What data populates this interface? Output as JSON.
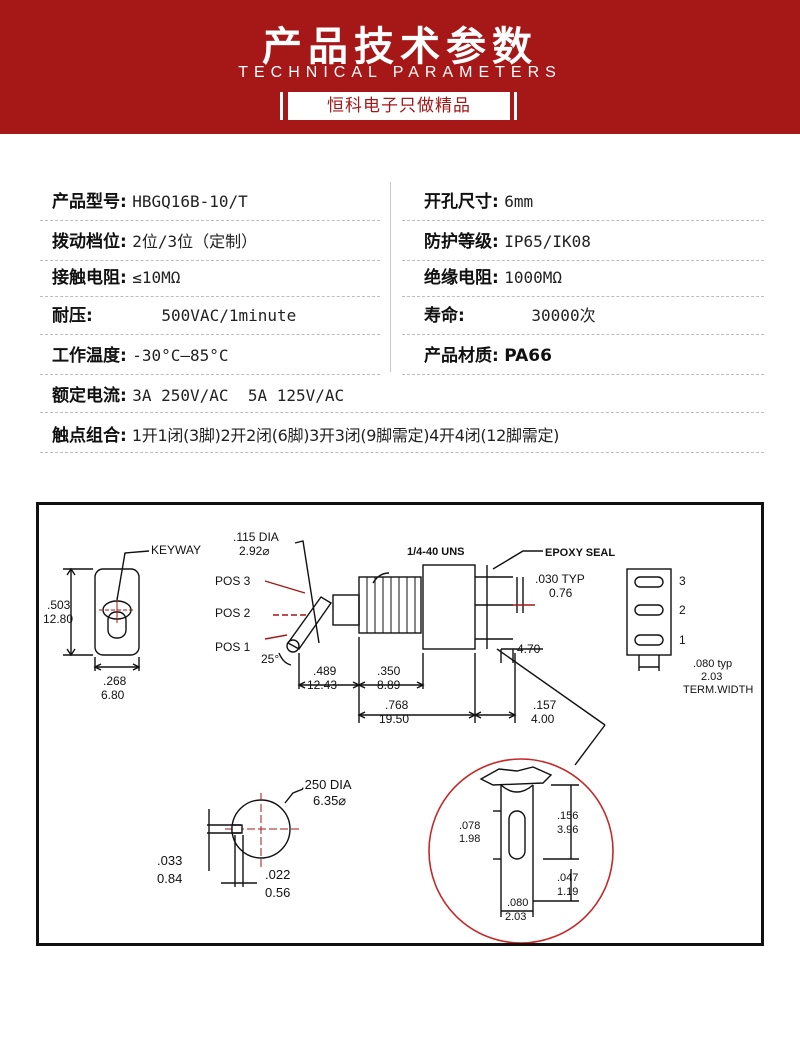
{
  "header": {
    "title": "产品技术参数",
    "subtitle": "TECHNICAL PARAMETERS",
    "tagline": "恒科电子只做精品"
  },
  "specs": {
    "model_label": "产品型号:",
    "model_value": "HBGQ16B-10/T",
    "hole_label": "开孔尺寸:",
    "hole_value": "6mm",
    "position_label": "拨动档位:",
    "position_value": "2位/3位（定制）",
    "protection_label": "防护等级:",
    "protection_value": "IP65/IK08",
    "contact_res_label": "接触电阻:",
    "contact_res_value": "≤10MΩ",
    "insulation_label": "绝缘电阻:",
    "insulation_value": "1000MΩ",
    "voltage_label": "耐压:",
    "voltage_value": "500VAC/1minute",
    "life_label": "寿命:",
    "life_value": "30000次",
    "temp_label": "工作温度:",
    "temp_value": "-30°C—85°C",
    "material_label": "产品材质:",
    "material_value": "PA66",
    "current_label": "额定电流:",
    "current_value": "3A 250V/AC  5A 125V/AC",
    "combo_label": "触点组合:",
    "combo_value": "1开1闭(3脚)2开2闭(6脚)3开3闭(9脚需定)4开4闭(12脚需定)"
  },
  "drawing": {
    "keyway": "KEYWAY",
    "d503": ".503",
    "d1280": "12.80",
    "d268": ".268",
    "d680": "6.80",
    "d115dia": ".115 DIA",
    "d292": "2.92⌀",
    "pos3": "POS 3",
    "pos2": "POS 2",
    "pos1": "POS 1",
    "angle25": "25°",
    "thread": "1/4-40 UNS",
    "epoxy": "EPOXY SEAL",
    "d030": ".030 TYP",
    "d076": "0.76",
    "d470": "4.70",
    "d489": ".489",
    "d1243": "12.43",
    "d350": ".350",
    "d889": "8.89",
    "d768": ".768",
    "d1950": "19.50",
    "d157": ".157",
    "d400": "4.00",
    "term3": "3",
    "term2": "2",
    "term1": "1",
    "d080typ": ".080 typ",
    "d203": "2.03",
    "termwidth": "TERM.WIDTH",
    "d250dia": ".250 DIA",
    "d635": "6.35⌀",
    "d033": ".033",
    "d084": "0.84",
    "d022": ".022",
    "d056": "0.56",
    "d078": ".078",
    "d198": "1.98",
    "d156": ".156",
    "d396": "3.96",
    "d047": ".047",
    "d119": "1.19",
    "d080": ".080",
    "d203b": "2.03",
    "accent": "#a61717"
  }
}
